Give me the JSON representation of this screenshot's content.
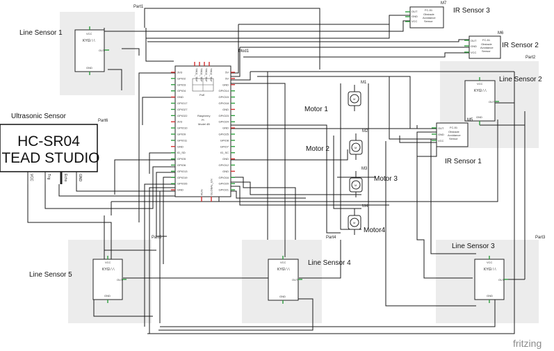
{
  "title_labels": {
    "line_sensor_1": "Line Sensor 1",
    "line_sensor_2": "Line Sensor 2",
    "line_sensor_3": "Line Sensor 3",
    "line_sensor_4": "Line Sensor 4",
    "line_sensor_5": "Line Sensor 5",
    "ir_sensor_1": "IR Sensor 1",
    "ir_sensor_2": "IR Sensor 2",
    "ir_sensor_3": "IR Sensor 3",
    "motor_1": "Motor 1",
    "motor_2": "Motor 2",
    "motor_3": "Motor 3",
    "motor_4": "Motor4",
    "ultrasonic": "Ultrasonic  Sensor"
  },
  "part_ids": {
    "part1": "Part1",
    "part2": "Part2",
    "part3": "Part3",
    "part4": "Part4",
    "part5": "Part5",
    "part6": "Part6",
    "mod1": "Mod1",
    "m1": "M1",
    "m2": "M2",
    "m3": "M3",
    "m4": "M4",
    "m5": "M5",
    "m6": "M6",
    "m7": "M7"
  },
  "hcsr04": {
    "line1": "HC-SR04",
    "line2": "ITEAD STUDIO",
    "pins": [
      "VCC",
      "Trig",
      "Echo",
      "GND"
    ]
  },
  "raspberry_pi": {
    "name1": "Raspberry",
    "name2": "Pi",
    "name3": "Model 4B",
    "left_pins": [
      "3V3",
      "GPIO2",
      "GPIO3",
      "GPIO4",
      "GND",
      "GPIO17",
      "GPIO27",
      "GPIO22",
      "3V3",
      "GPIO10",
      "GPIO9",
      "GPIO11",
      "GND",
      "ID_SD",
      "GPIO5",
      "GPIO6",
      "GPIO13",
      "GPIO19",
      "GPIO26",
      "GND"
    ],
    "right_pins": [
      "5V",
      "5V",
      "GND",
      "GPIO14",
      "GPIO15",
      "GPIO18",
      "GND",
      "GPIO23",
      "GPIO24",
      "GND",
      "GPIO25",
      "GPIO8",
      "GPIO7",
      "ID_SC",
      "GND",
      "GPIO12",
      "GND",
      "GPIO16",
      "GPIO20",
      "GPIO21"
    ],
    "top_pins": [
      "TR01_TAP",
      "TR00_TAP",
      "TR03_TAP",
      "TR02_TAP"
    ],
    "bottom_pins": [
      "RUN",
      "GLOBAL_EN"
    ],
    "poe_label": "PoE"
  },
  "line_sensor_chip": {
    "vcc": "VCC",
    "model": "KYG\\ \\ \\",
    "out": "OUT",
    "gnd": "GND"
  },
  "ir_chip": {
    "name": "FC-51",
    "sub1": "Obstacle",
    "sub2": "Avoidance",
    "sub3": "Sensor",
    "pins": [
      "OUT",
      "GND",
      "VCC"
    ]
  },
  "motor_glyph": "M",
  "watermark": "fritzing"
}
